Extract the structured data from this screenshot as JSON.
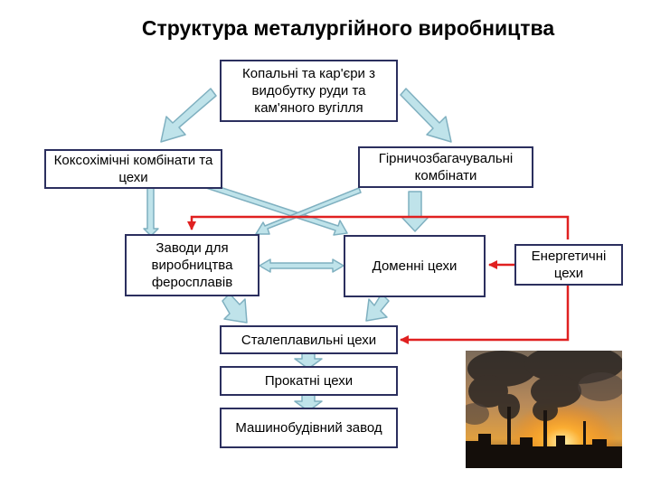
{
  "title": "Структура металургійного виробництва",
  "boxes": {
    "mines": "Копальні та кар'єри з видобутку руди та кам'яного вугілля",
    "coke": "Коксохімічні комбінати та цехи",
    "enrichment": "Гірничозбагачувальні комбінати",
    "ferroalloy": "Заводи для виробництва феросплавів",
    "blast_furnace": "Доменні цехи",
    "energy": "Енергетичні цехи",
    "steel": "Сталеплавильні цехи",
    "rolling": "Прокатні цехи",
    "machine_building": "Машинобудівний завод"
  },
  "colors": {
    "box_border": "#2b2f5e",
    "block_arrow_fill": "#bfe3ea",
    "block_arrow_stroke": "#7fb0c0",
    "energy_arrow": "#e02020"
  }
}
